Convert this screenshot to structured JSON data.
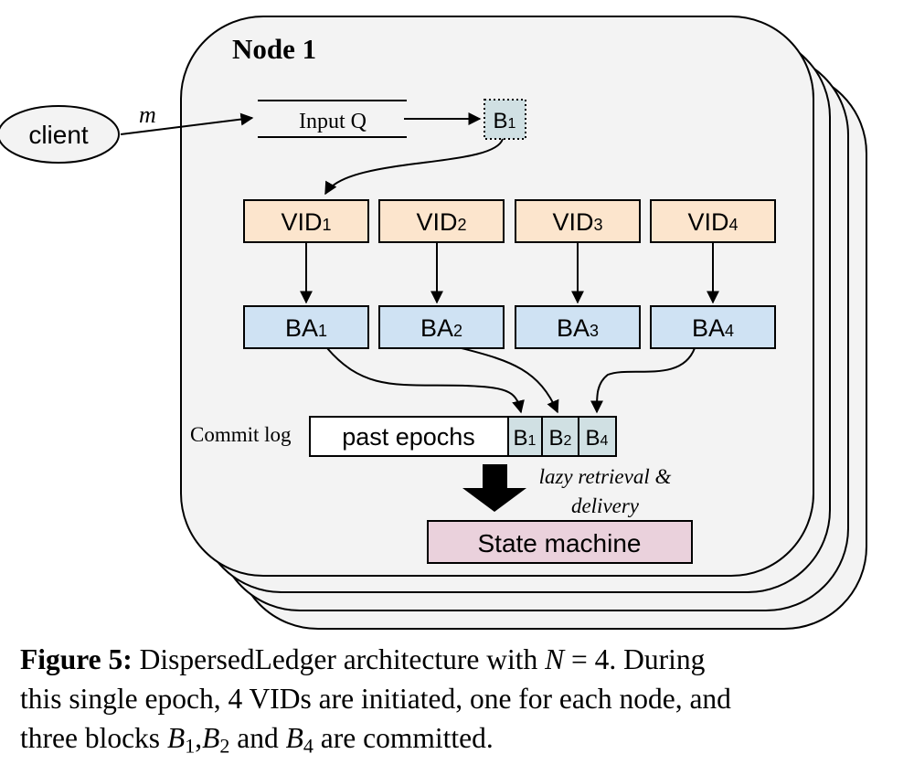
{
  "node_title": "Node 1",
  "client_label": "client",
  "message_label": "m",
  "input_queue_label": "Input Q",
  "input_block": {
    "base": "B",
    "sub": "1"
  },
  "vid_boxes": [
    {
      "base": "VID",
      "sub": "1"
    },
    {
      "base": "VID",
      "sub": "2"
    },
    {
      "base": "VID",
      "sub": "3"
    },
    {
      "base": "VID",
      "sub": "4"
    }
  ],
  "ba_boxes": [
    {
      "base": "BA",
      "sub": "1"
    },
    {
      "base": "BA",
      "sub": "2"
    },
    {
      "base": "BA",
      "sub": "3"
    },
    {
      "base": "BA",
      "sub": "4"
    }
  ],
  "commit_log_label": "Commit log",
  "past_epochs_label": "past epochs",
  "committed_blocks": [
    {
      "base": "B",
      "sub": "1"
    },
    {
      "base": "B",
      "sub": "2"
    },
    {
      "base": "B",
      "sub": "4"
    }
  ],
  "lazy_label_line1": "lazy retrieval &",
  "lazy_label_line2": "delivery",
  "state_machine_label": "State machine",
  "colors": {
    "vid_fill": "#fce5cd",
    "ba_fill": "#cfe2f3",
    "block_fill": "#d0e0e3",
    "state_fill": "#ead1dc",
    "node_fill": "#f3f3f3"
  },
  "caption": {
    "label": "Figure 5:",
    "l1_a": " DispersedLedger architecture with ",
    "N": "N",
    "l1_b": " = 4. During",
    "line2": "this single epoch, 4 VIDs are initiated, one for each node, and",
    "l3_a": "three blocks ",
    "B": "B",
    "s1": "1",
    "s2": "2",
    "s4": "4",
    "comma": ",",
    "and": " and ",
    "end": " are committed."
  }
}
